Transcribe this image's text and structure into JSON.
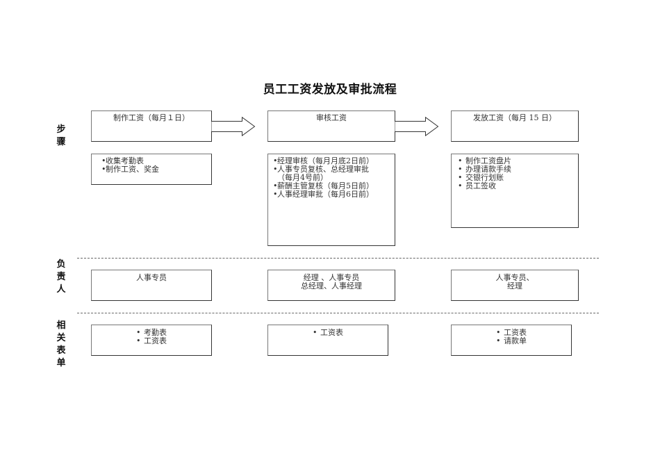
{
  "title": "员工工资发放及审批流程",
  "row_labels": {
    "steps": [
      "步",
      "骤"
    ],
    "owner": [
      "负",
      "责",
      "人"
    ],
    "forms": [
      "相",
      "关",
      "表",
      "单"
    ]
  },
  "columns": [
    {
      "step_title": "制作工资（每月１日）",
      "step_details": [
        "收集考勤表",
        "制作工资、奖金"
      ],
      "owner": [
        "人事专员"
      ],
      "forms": [
        "考勤表",
        "工资表"
      ]
    },
    {
      "step_title": "审核工资",
      "step_details": [
        "经理审核（每月月底2日前）",
        "人事专员复核、总经理审批",
        "（每月4号前）",
        "薪酬主管复核（每月5日前）",
        "人事经理审批（每月6日前）"
      ],
      "owner": [
        "经理 、人事专员",
        "总经理、人事经理"
      ],
      "forms": [
        "工资表"
      ]
    },
    {
      "step_title": "发放工资（每月 15 日）",
      "step_details": [
        "制作工资盘片",
        "办理请款手续",
        "交银行划账",
        "员工签收"
      ],
      "owner": [
        "人事专员、",
        "经理"
      ],
      "forms": [
        "工资表",
        "请款单"
      ]
    }
  ],
  "arrows": [
    "arrow-step1-to-step2",
    "arrow-step2-to-step3"
  ]
}
